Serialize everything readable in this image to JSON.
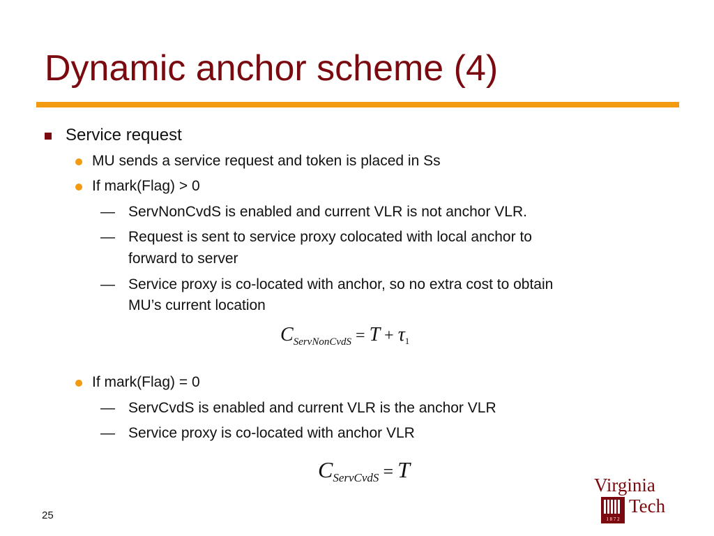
{
  "slide": {
    "title": "Dynamic anchor scheme (4)",
    "page_number": "25"
  },
  "bullets": {
    "b1": "Service request",
    "b1_1": "MU sends a service request and token is placed in Ss",
    "b1_2": "If mark(Flag) > 0",
    "b1_2_1": "ServNonCvdS is enabled and current VLR is not anchor VLR.",
    "b1_2_2a": "Request is sent to service proxy colocated with local anchor to",
    "b1_2_2b": "forward to server",
    "b1_2_3a": "Service proxy is co-located with anchor, so no extra cost to obtain",
    "b1_2_3b": "MU’s current location",
    "b1_3": "If mark(Flag) = 0",
    "b1_3_1": "ServCvdS is enabled and current VLR is the anchor VLR",
    "b1_3_2": "Service proxy is co-located with anchor VLR"
  },
  "formulas": {
    "f1": {
      "C": "C",
      "sub": "ServNonCvdS",
      "eq": "=",
      "T": "T",
      "plus": "+",
      "tau": "τ",
      "tau_sub": "1"
    },
    "f2": {
      "C": "C",
      "sub": "ServCvdS",
      "eq": "=",
      "T": "T"
    }
  },
  "logo": {
    "word1": "Virginia",
    "word2": "Tech",
    "year_digits": "1 8 7 2"
  },
  "colors": {
    "title": "#7a0a10",
    "rule": "#f19a12",
    "bullet_l1": "#7a0a10",
    "bullet_l2": "#f19a12"
  }
}
